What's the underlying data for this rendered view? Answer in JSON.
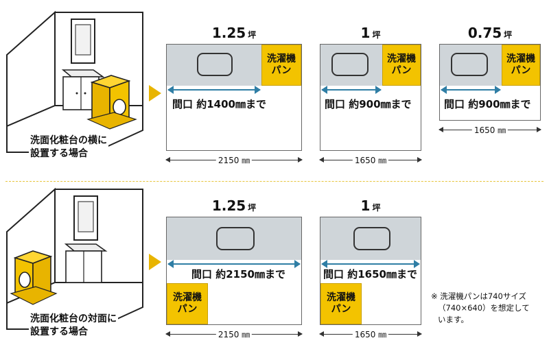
{
  "section_top": {
    "caption_line1": "洗面化粧台の横に",
    "caption_line2": "設置する場合",
    "plans": [
      {
        "title": "1.25",
        "unit": "坪",
        "frontage": "間口 約1400㎜まで",
        "width_label": "2150 ㎜",
        "pan_line1": "洗濯機",
        "pan_line2": "パン"
      },
      {
        "title": "1",
        "unit": "坪",
        "frontage": "間口 約900㎜まで",
        "width_label": "1650 ㎜",
        "pan_line1": "洗濯機",
        "pan_line2": "パン"
      },
      {
        "title": "0.75",
        "unit": "坪",
        "frontage": "間口 約900㎜まで",
        "width_label": "1650 ㎜",
        "pan_line1": "洗濯機",
        "pan_line2": "パン"
      }
    ]
  },
  "section_bottom": {
    "caption_line1": "洗面化粧台の対面に",
    "caption_line2": "設置する場合",
    "plans": [
      {
        "title": "1.25",
        "unit": "坪",
        "frontage": "間口 約2150㎜まで",
        "width_label": "2150 ㎜",
        "pan_line1": "洗濯機",
        "pan_line2": "パン"
      },
      {
        "title": "1",
        "unit": "坪",
        "frontage": "間口 約1650㎜まで",
        "width_label": "1650 ㎜",
        "pan_line1": "洗濯機",
        "pan_line2": "パン"
      }
    ]
  },
  "note": {
    "line1": "※ 洗濯機パンは740サイズ",
    "line2": "（740×640）を想定して",
    "line3": "います。"
  },
  "colors": {
    "pan": "#f3c300",
    "strip": "#cfd5d9",
    "arrow": "#2f7ea5",
    "pointer": "#e8b400"
  }
}
